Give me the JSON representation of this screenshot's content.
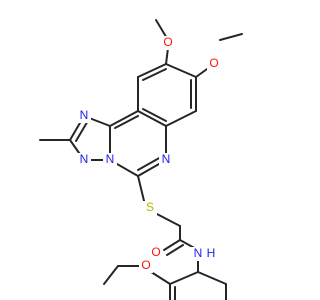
{
  "colors": {
    "background": "#ffffff",
    "bond": "#262626",
    "carbon": "#262626",
    "oxygen": "#ff1414",
    "nitrogen": "#2020f0",
    "sulfur": "#b7b700"
  },
  "atoms": {
    "o_methoxy_top": "O",
    "o_methoxy_right": "O",
    "n_triazole_top": "N",
    "n_triazole_bottom": "N",
    "n_triazole_bridge": "N",
    "n_quinazoline": "N",
    "s_thioether": "S",
    "o_carbonyl": "O",
    "n_amide": "N",
    "h_amide": "H",
    "o_ethoxy": "O"
  }
}
